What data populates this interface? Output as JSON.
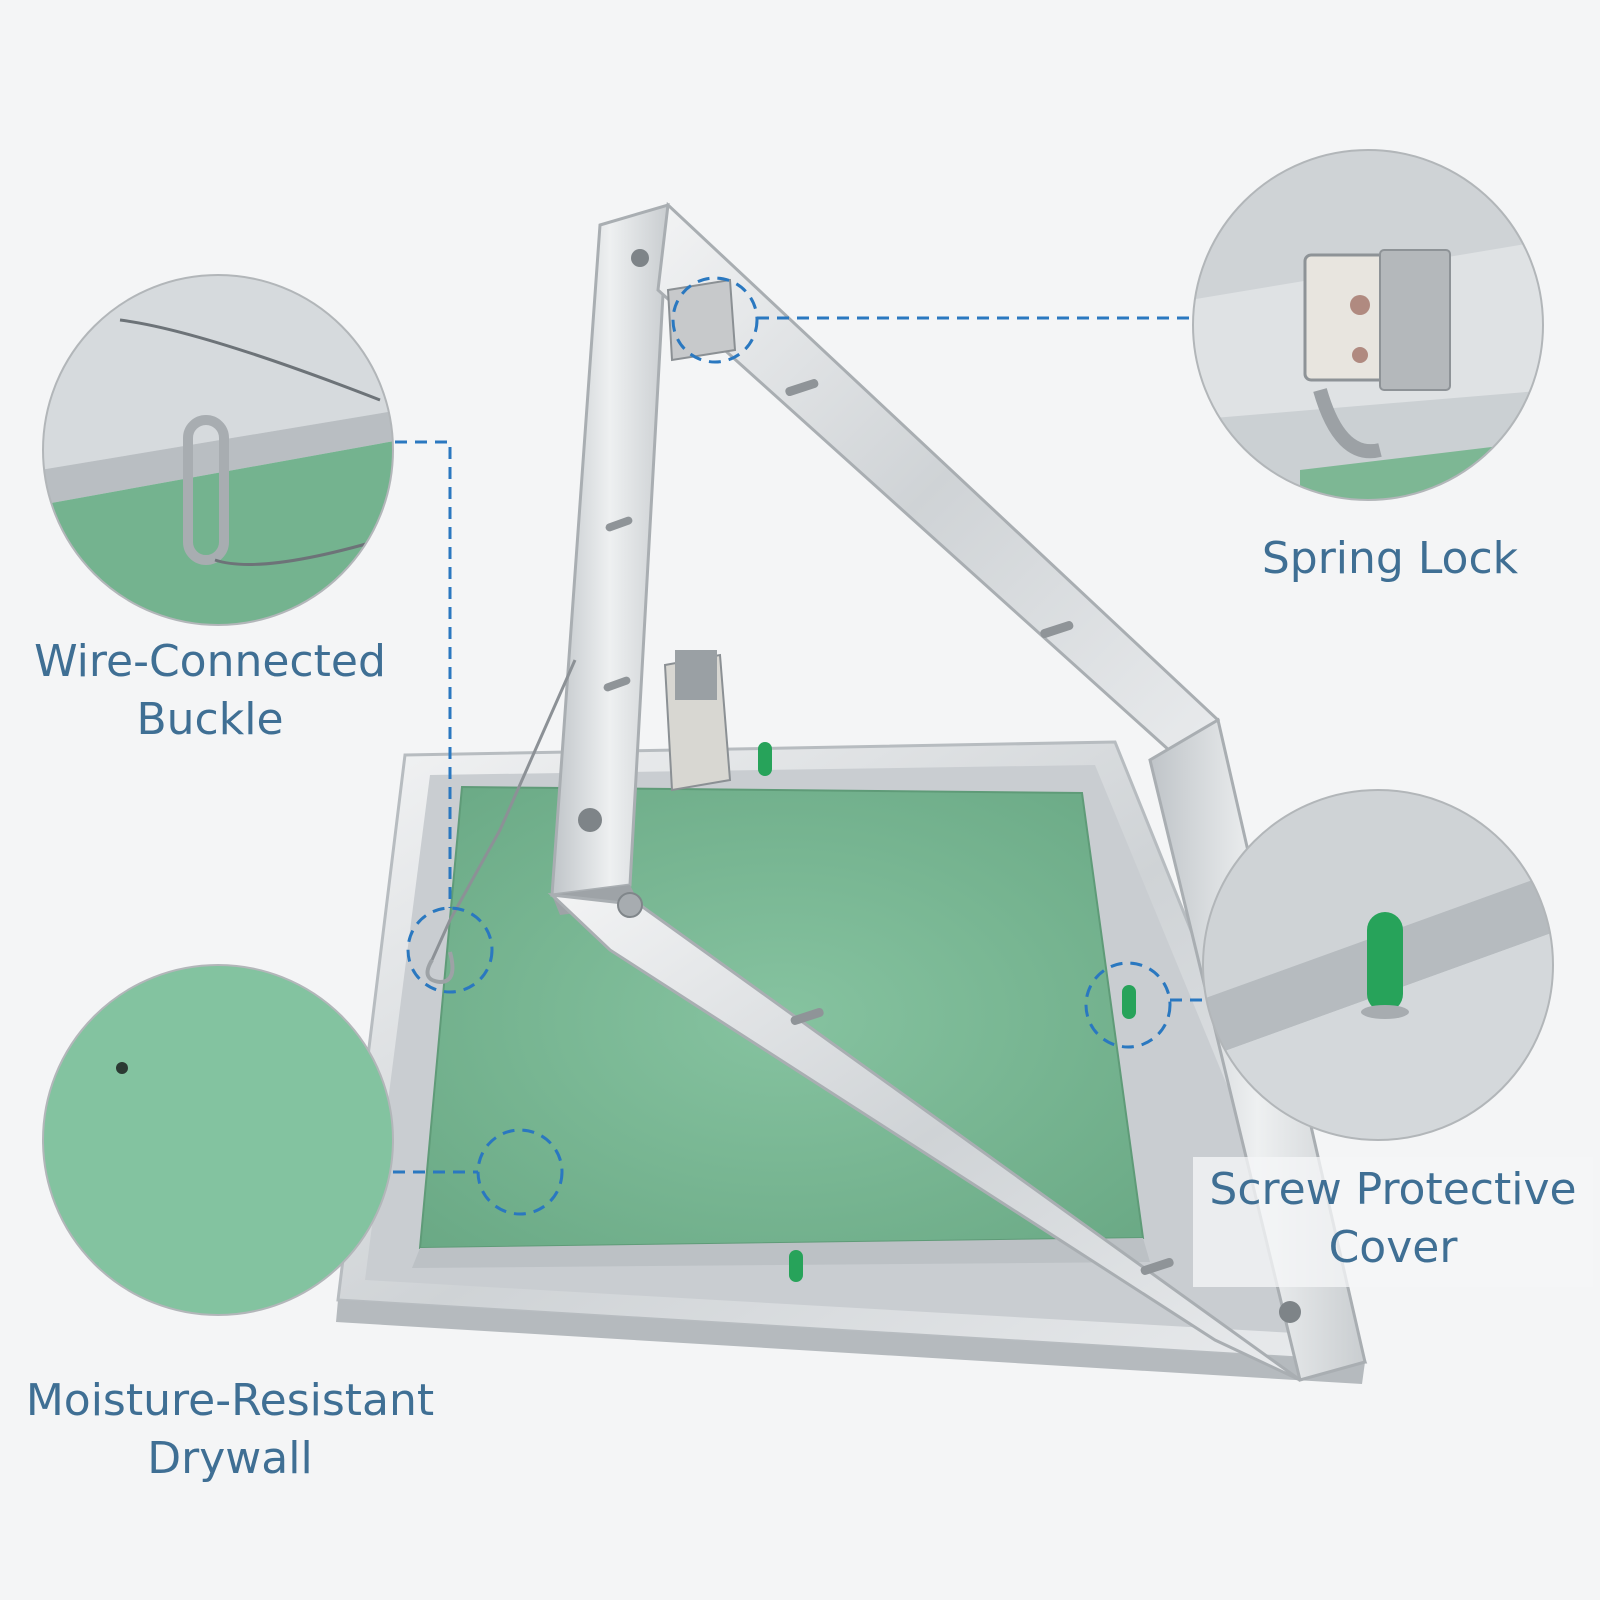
{
  "callouts": {
    "wire_buckle": {
      "line1": "Wire-Connected",
      "line2": "Buckle"
    },
    "spring_lock": {
      "text": "Spring Lock"
    },
    "moisture_drywall": {
      "line1": "Moisture-Resistant",
      "line2": "Drywall"
    },
    "screw_cover": {
      "line1": "Screw Protective",
      "line2": "Cover"
    }
  },
  "colors": {
    "background": "#f4f5f6",
    "label_text": "#3f6f94",
    "dashed_line": "#2a78c0",
    "drywall_green": "#7fbd9a",
    "aluminium": "#d9dcdf",
    "cap_green": "#27a35a"
  }
}
